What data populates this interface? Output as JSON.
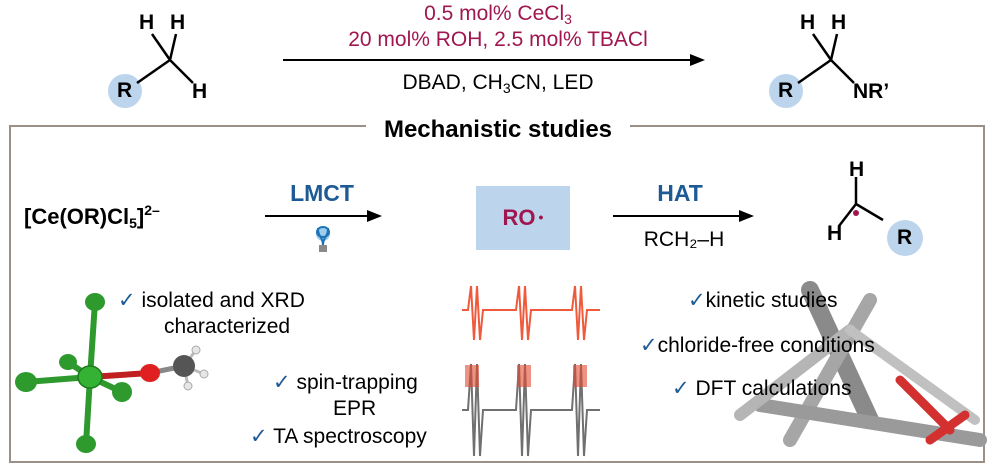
{
  "reaction": {
    "reagent_line1_pre": "0.5 mol% CeCl",
    "reagent_line1_sub": "3",
    "reagent_line2": "20 mol% ROH, 2.5 mol% TBACl",
    "conditions_pre": "DBAD, CH",
    "conditions_sub": "3",
    "conditions_post": "CN, LED",
    "reactant_atoms": {
      "h1": "H",
      "h2": "H",
      "h3": "H",
      "r": "R"
    },
    "product_atoms": {
      "h1": "H",
      "h2": "H",
      "r": "R",
      "group": "NR’"
    }
  },
  "mechanism": {
    "title": "Mechanistic studies",
    "complex_pre": "[Ce(OR)Cl",
    "complex_sub": "5",
    "complex_post": "]",
    "complex_charge": "2–",
    "lmct_label": "LMCT",
    "hat_label": "HAT",
    "hat_below": "RCH₂–H",
    "alkoxy_radical": "RO",
    "alkoxy_dot": "•",
    "radical_atoms": {
      "h1": "H",
      "h2": "H",
      "r": "R"
    },
    "check_mark": "✓",
    "bullets_left": [
      "isolated and XRD",
      "characterized"
    ],
    "bullets_middle": [
      "spin-trapping",
      "EPR",
      "TA spectroscopy"
    ],
    "bullets_right": [
      "kinetic studies",
      "chloride-free conditions",
      "DFT calculations"
    ]
  },
  "colors": {
    "accent_red": "#a0174f",
    "accent_blue": "#1d5a96",
    "highlight_blue": "#bcd5ec",
    "border_gray": "#9a9088",
    "epr_red": "#f05a3c",
    "epr_gray": "#707070",
    "ce_green": "#2e9a2e",
    "o_red": "#e02020"
  }
}
